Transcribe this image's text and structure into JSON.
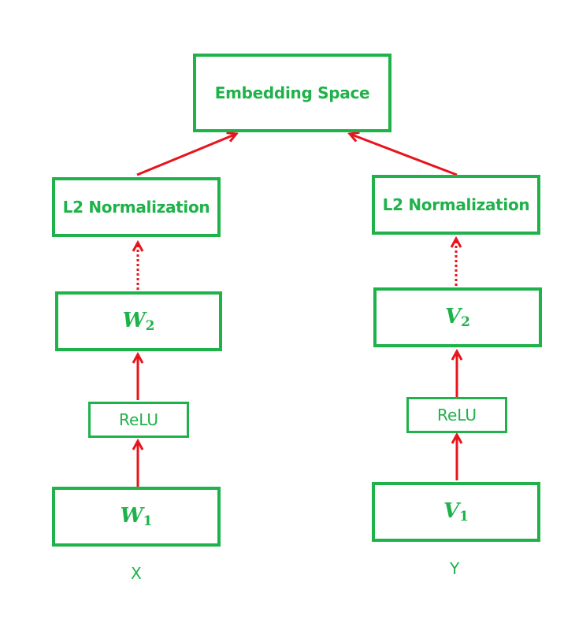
{
  "diagram": {
    "top": {
      "label": "Embedding Space"
    },
    "left_branch": {
      "norm_label": "L2 Normalization",
      "w2": {
        "symbol": "W",
        "subscript": "2"
      },
      "relu_label": "ReLU",
      "w1": {
        "symbol": "W",
        "subscript": "1"
      },
      "input_label": "X"
    },
    "right_branch": {
      "norm_label": "L2 Normalization",
      "v2": {
        "symbol": "V",
        "subscript": "2"
      },
      "relu_label": "ReLU",
      "v1": {
        "symbol": "V",
        "subscript": "1"
      },
      "input_label": "Y"
    }
  },
  "colors": {
    "box_stroke": "#1fb24a",
    "text": "#1fb24a",
    "arrow": "#e8141c"
  }
}
